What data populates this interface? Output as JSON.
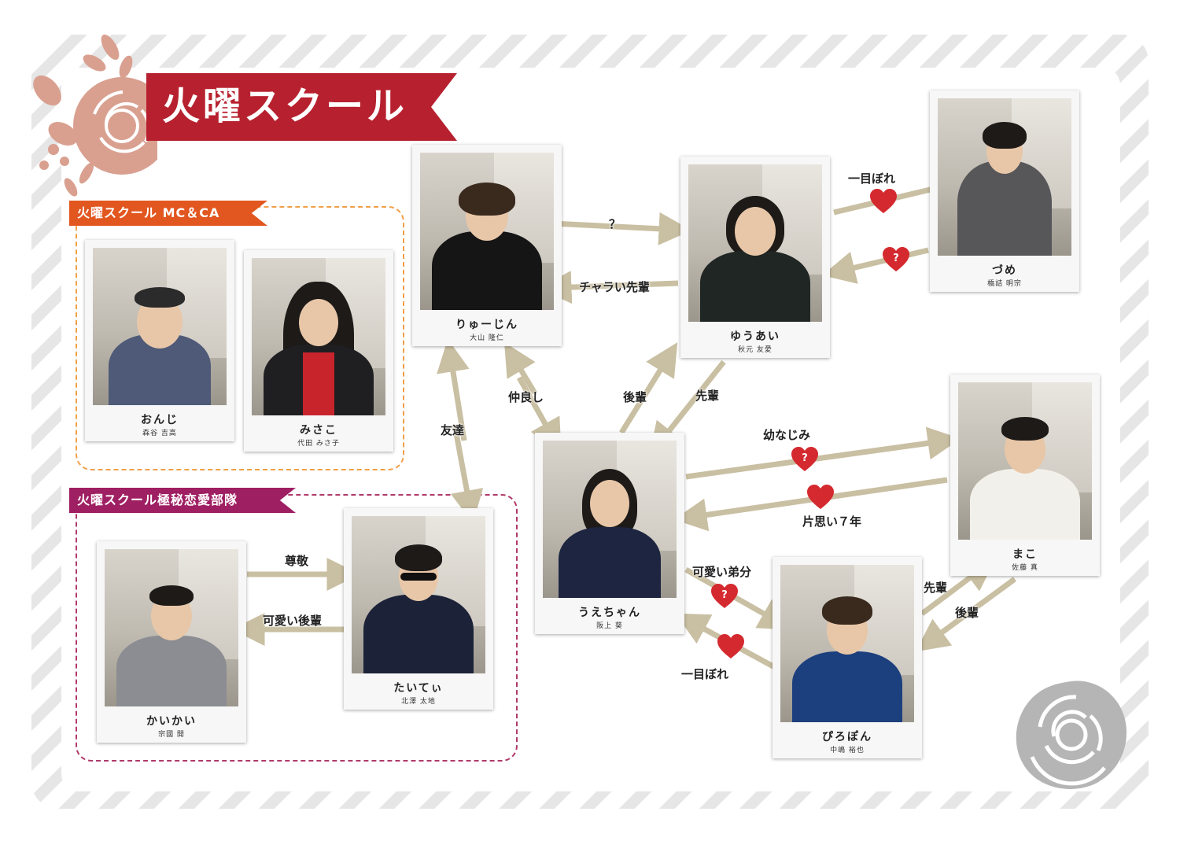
{
  "title": "火曜スクール",
  "groups": {
    "mc": "火曜スクール MC＆CA",
    "secret": "火曜スクール極秘恋愛部隊"
  },
  "people": {
    "onji": {
      "name": "おんじ",
      "full": "森谷 吉高"
    },
    "misako": {
      "name": "みさこ",
      "full": "代田 みさ子"
    },
    "ryujin": {
      "name": "りゅーじん",
      "full": "大山 隆仁"
    },
    "yuai": {
      "name": "ゆうあい",
      "full": "秋元 友愛"
    },
    "zume": {
      "name": "づめ",
      "full": "橋詰 明宗"
    },
    "uechan": {
      "name": "うえちゃん",
      "full": "阪上 葵"
    },
    "mako": {
      "name": "まこ",
      "full": "佐藤 真"
    },
    "piropon": {
      "name": "ぴろぽん",
      "full": "中嶋 裕也"
    },
    "kaikai": {
      "name": "かいかい",
      "full": "宗國 開"
    },
    "taitei": {
      "name": "たいてぃ",
      "full": "北澤 太地"
    }
  },
  "relations": {
    "ryujin_yuai": "？",
    "yuai_ryujin": "チャラい先輩",
    "yuai_zume": "一目ぼれ",
    "zume_yuai_mark": "?",
    "ryujin_taitei": "友達",
    "ryujin_uechan": "仲良し",
    "uechan_yuai": "後輩",
    "yuai_uechan": "先輩",
    "uechan_mako": "幼なじみ",
    "uechan_mako_mark": "?",
    "mako_uechan": "片思い７年",
    "uechan_piropon": "可愛い弟分",
    "uechan_piropon_mark": "?",
    "piropon_uechan": "一目ぼれ",
    "piropon_mako": "先輩",
    "mako_piropon": "後輩",
    "kaikai_taitei": "尊敬",
    "taitei_kaikai": "可愛い後輩"
  },
  "colors": {
    "title_red": "#b7212f",
    "mc_orange": "#e2561f",
    "secret_purple": "#9f1f63",
    "arrow": "#c9bfa2",
    "heart": "#d42a2f",
    "rose_pink": "#d9a090",
    "rose_gray": "#b5b5b5"
  }
}
